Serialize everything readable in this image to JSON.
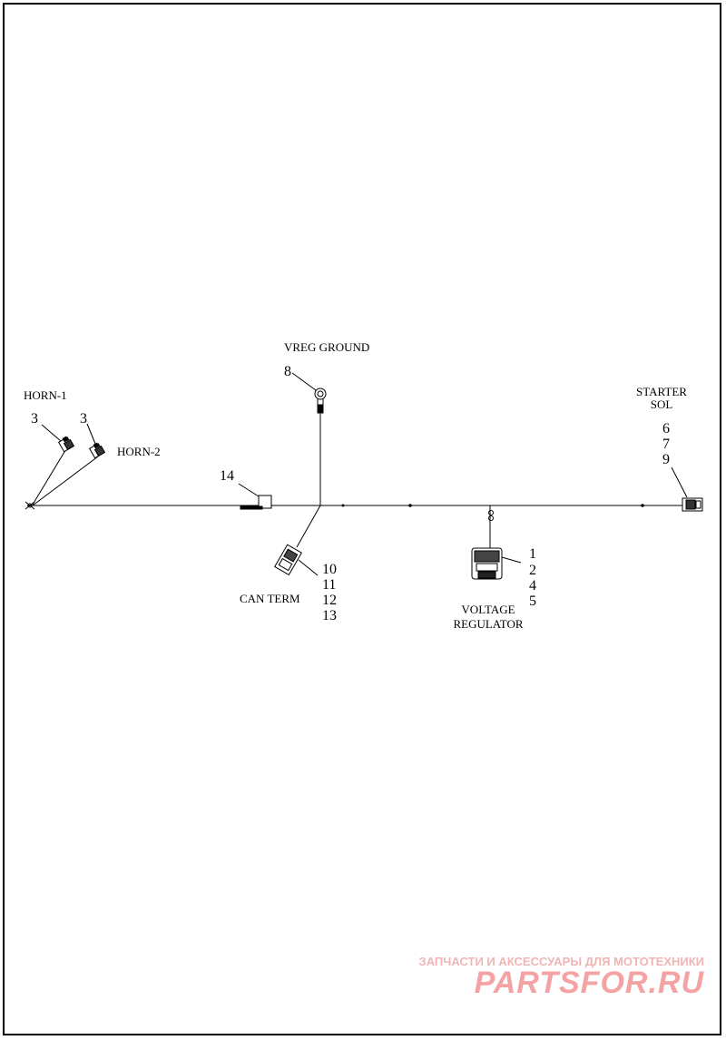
{
  "labels": {
    "vreg_ground": "VREG GROUND",
    "horn1": "HORN-1",
    "horn2": "HORN-2",
    "starter_line1": "STARTER",
    "starter_line2": "SOL",
    "can_term": "CAN TERM",
    "vr_line1": "VOLTAGE",
    "vr_line2": "REGULATOR"
  },
  "callouts": {
    "vreg_ground": "8",
    "horn1": "3",
    "horn2": "3",
    "starter": [
      "6",
      "7",
      "9"
    ],
    "fuse_block": "14",
    "can_term": [
      "10",
      "11",
      "12",
      "13"
    ],
    "voltage_regulator": [
      "1",
      "2",
      "4",
      "5"
    ]
  },
  "watermark": {
    "line1": "ЗАПЧАСТИ И АКСЕССУАРЫ ДЛЯ МОТОТЕХНИКИ",
    "line2": "PARTSFOR.RU"
  }
}
